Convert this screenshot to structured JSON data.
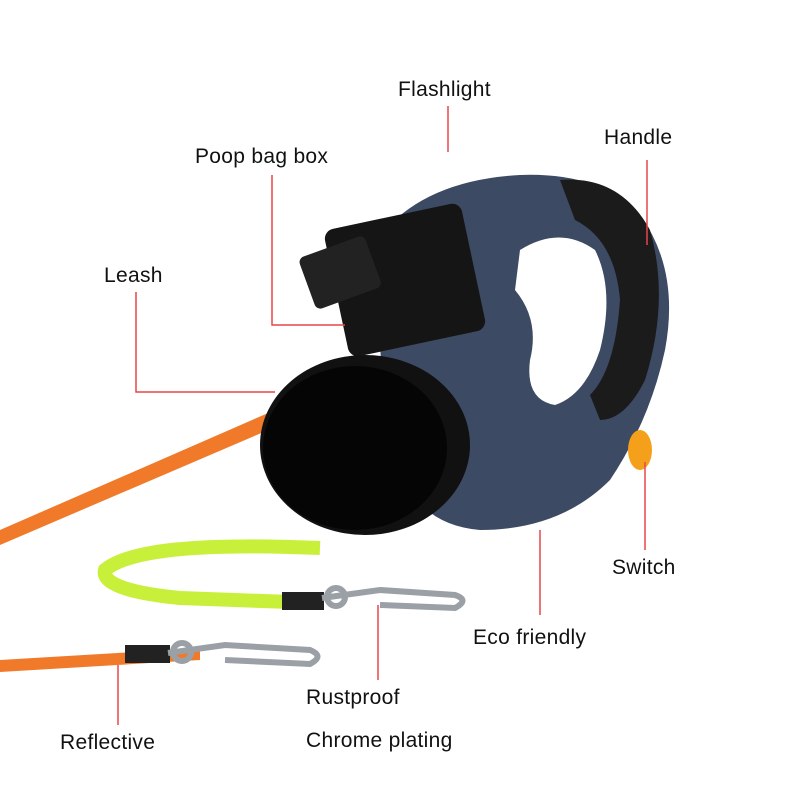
{
  "labels": {
    "flashlight": "Flashlight",
    "poop_bag_box": "Poop bag box",
    "handle": "Handle",
    "leash": "Leash",
    "switch": "Switch",
    "eco_friendly": "Eco friendly",
    "rustproof": "Rustproof",
    "chrome_plating": "Chrome plating",
    "reflective": "Reflective"
  },
  "colors": {
    "leader_line": "#e8454a",
    "body": "#3d4a63",
    "grip": "#1b1b1b",
    "reel": "#111111",
    "orange_leash": "#f07a2a",
    "green_leash": "#c8f03a",
    "switch_button": "#f5a01a"
  }
}
